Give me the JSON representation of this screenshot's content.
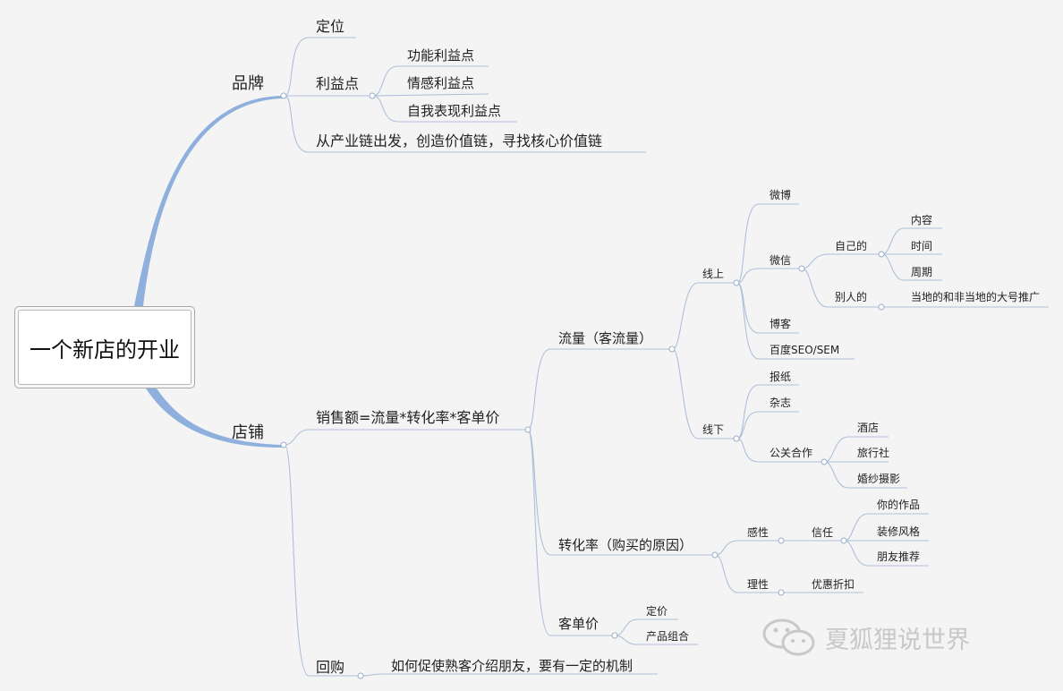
{
  "root": "一个新店的开业",
  "nodes": {
    "brand": "品牌",
    "brand_positioning": "定位",
    "brand_benefit": "利益点",
    "benefit_functional": "功能利益点",
    "benefit_emotional": "情感利益点",
    "benefit_self": "自我表现利益点",
    "brand_chain": "从产业链出发，创造价值链，寻找核心价值链",
    "store": "店铺",
    "sales": "销售额=流量*转化率*客单价",
    "traffic": "流量（客流量）",
    "online": "线上",
    "weibo": "微博",
    "weixin": "微信",
    "own": "自己的",
    "content": "内容",
    "time": "时间",
    "cycle": "周期",
    "others": "别人的",
    "local_promo": "当地的和非当地的大号推广",
    "blog": "博客",
    "seo": "百度SEO/SEM",
    "offline": "线下",
    "newspaper": "报纸",
    "magazine": "杂志",
    "pr": "公关合作",
    "hotel": "酒店",
    "travel": "旅行社",
    "wedding": "婚纱摄影",
    "conversion": "转化率（购买的原因）",
    "emotional": "感性",
    "trust": "信任",
    "works": "你的作品",
    "decor": "装修风格",
    "friends": "朋友推荐",
    "rational": "理性",
    "discount": "优惠折扣",
    "price": "客单价",
    "pricing": "定价",
    "bundle": "产品组合",
    "repurchase": "回购",
    "referral": "如何促使熟客介绍朋友，要有一定的机制"
  },
  "watermark": "夏狐狸说世界",
  "colors": {
    "main_branch": "#8fb0dc",
    "connector": "#aebfd9",
    "underline": "#c9d3e2",
    "background": "#f4f4f4"
  }
}
